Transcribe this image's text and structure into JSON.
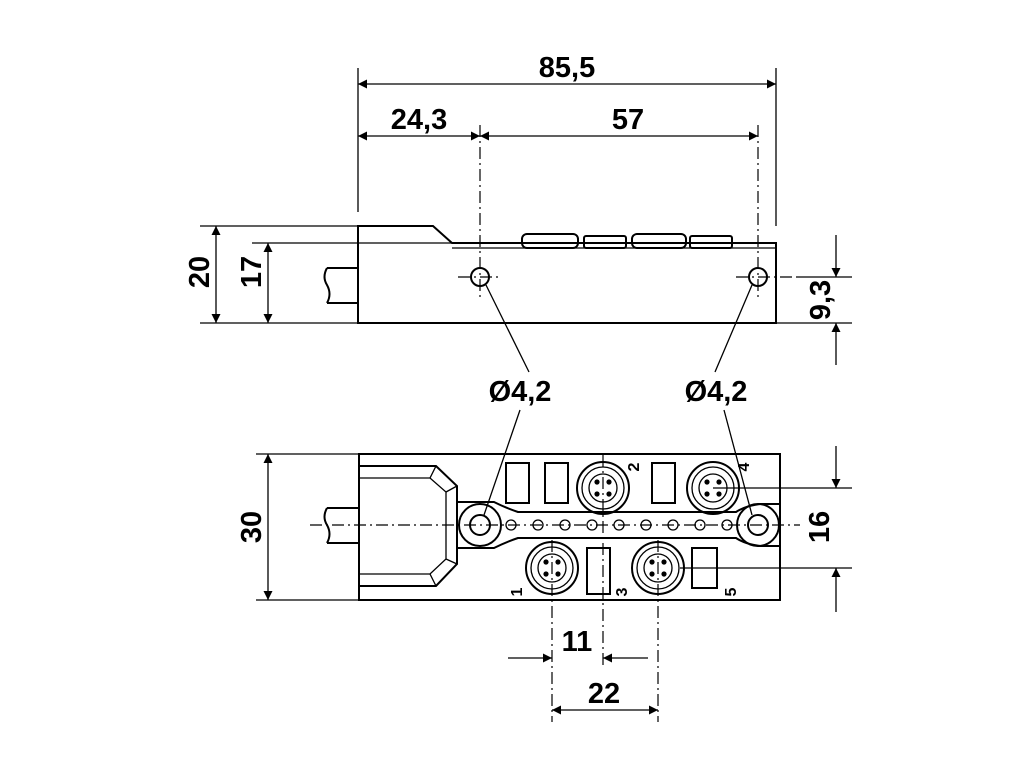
{
  "dimensions": {
    "overall_length": "85,5",
    "left_offset": "24,3",
    "hole_spacing": "57",
    "total_height": "20",
    "body_height": "17",
    "hole_height": "9,3",
    "hole_diameter_left": "Ø4,2",
    "hole_diameter_right": "Ø4,2",
    "width": "30",
    "port_row_spacing": "16",
    "port_pitch_half": "11",
    "port_pitch": "22"
  },
  "ports": {
    "p1": "1",
    "p2": "2",
    "p3": "3",
    "p4": "4",
    "p5": "5"
  }
}
